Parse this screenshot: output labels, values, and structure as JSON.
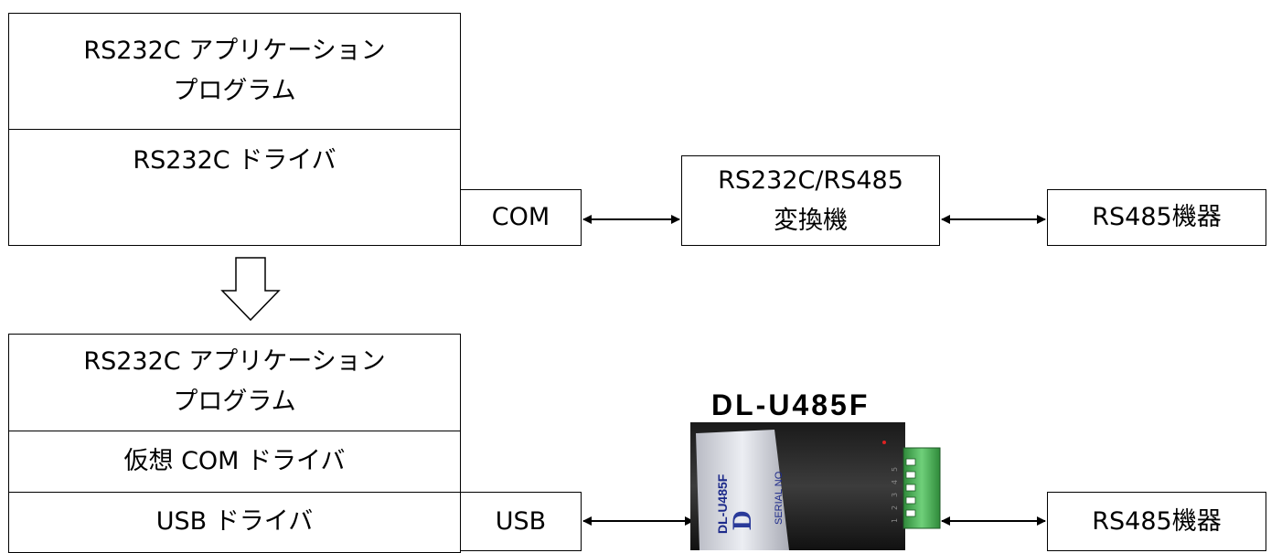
{
  "before": {
    "app_program": "RS232C アプリケーション\nプログラム",
    "driver": "RS232C ドライバ",
    "port": "COM",
    "converter": "RS232C/RS485\n変換機",
    "device": "RS485機器"
  },
  "after": {
    "app_program": "RS232C アプリケーション\nプログラム",
    "virtual_com_driver": "仮想 COM ドライバ",
    "usb_driver": "USB ドライバ",
    "port": "USB",
    "product_name": "DL-U485F",
    "device": "RS485機器",
    "product_label": {
      "model": "DL-U485F",
      "serial": "SERIAL NO",
      "pins": [
        "1",
        "2",
        "3",
        "4",
        "5"
      ]
    }
  }
}
